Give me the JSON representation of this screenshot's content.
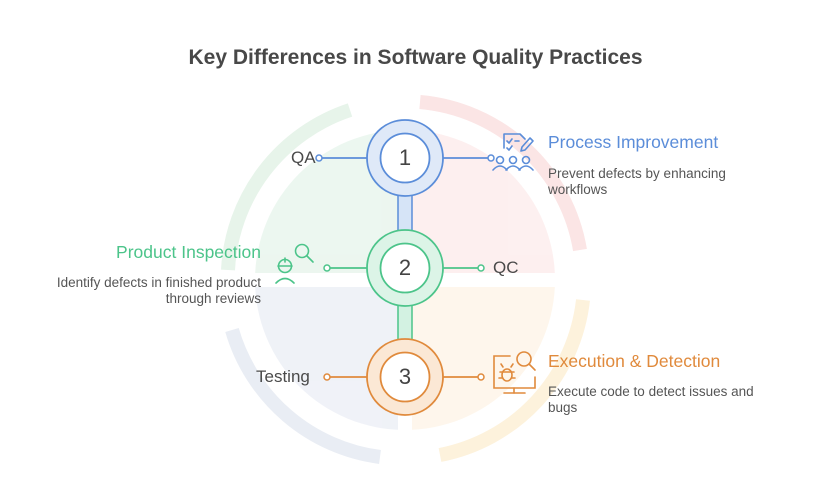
{
  "title": "Key Differences in Software Quality Practices",
  "colors": {
    "blue": "#5b8dd9",
    "green": "#4cc48a",
    "orange": "#e08a3c",
    "title": "#484848",
    "text": "#555555"
  },
  "steps": [
    {
      "number": "1",
      "side_label": "QA",
      "heading": "Process Improvement",
      "description_line1": "Prevent defects by enhancing",
      "description_line2": "workflows",
      "icon": "checklist-team-icon",
      "color": "#5b8dd9"
    },
    {
      "number": "2",
      "side_label": "QC",
      "heading": "Product Inspection",
      "description_line1": "Identify defects in finished product",
      "description_line2": "through reviews",
      "icon": "inspector-search-icon",
      "color": "#4cc48a"
    },
    {
      "number": "3",
      "side_label": "Testing",
      "heading": "Execution & Detection",
      "description_line1": "Execute code to detect issues and",
      "description_line2": "bugs",
      "icon": "bug-monitor-search-icon",
      "color": "#e08a3c"
    }
  ]
}
